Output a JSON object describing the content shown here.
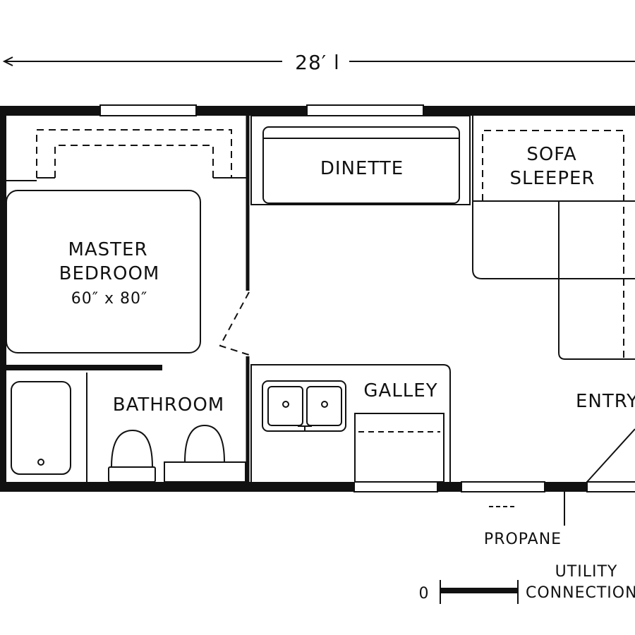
{
  "floorplan": {
    "overall_length": "28′ l",
    "rooms": {
      "master_bedroom": {
        "name_line1": "MASTER",
        "name_line2": "BEDROOM",
        "size": "60″ x 80″"
      },
      "bathroom": "BATHROOM",
      "dinette": "DINETTE",
      "sofa_sleeper": {
        "line1": "SOFA",
        "line2": "SLEEPER"
      },
      "galley": "GALLEY",
      "entry": "ENTRY"
    },
    "callouts": {
      "propane": "PROPANE",
      "utility_line1": "UTILITY",
      "utility_line2": "CONNECTION"
    },
    "scale_bar": {
      "start": "0"
    }
  }
}
